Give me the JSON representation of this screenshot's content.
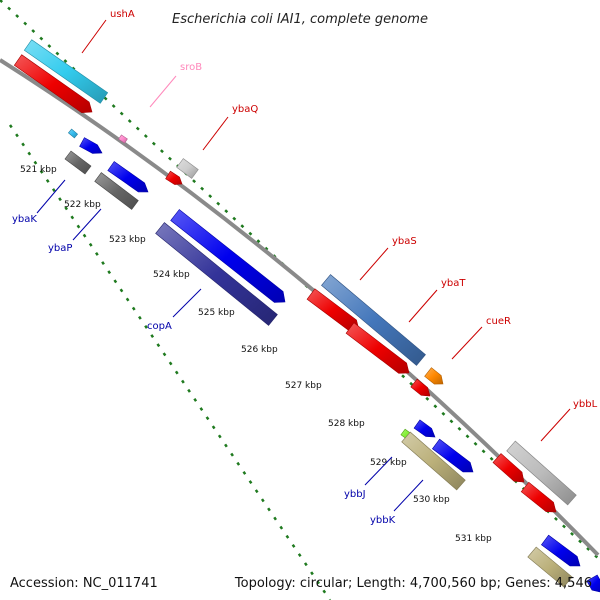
{
  "title": "Escherichia coli IAI1, complete genome",
  "footer": {
    "accession": "Accession: NC_011741",
    "topology": "Topology: circular; Length: 4,700,560 bp; Genes: 4,546"
  },
  "colors": {
    "backbone": "#8a8a8a",
    "tick_dots": "#1f7a1f",
    "forward_label": "#cc0000",
    "reverse_label": "#0000aa",
    "srna_label": "#ff88bb"
  },
  "ticks": [
    "521 kbp",
    "522 kbp",
    "523 kbp",
    "524 kbp",
    "525 kbp",
    "526 kbp",
    "527 kbp",
    "528 kbp",
    "529 kbp",
    "530 kbp",
    "531 kbp"
  ],
  "gene_labels": {
    "ushA": "ushA",
    "sroB": "sroB",
    "ybaQ": "ybaQ",
    "ybaK": "ybaK",
    "ybaP": "ybaP",
    "copA": "copA",
    "ybaS": "ybaS",
    "ybaT": "ybaT",
    "cueR": "cueR",
    "ybbL": "ybbL",
    "ybbJ": "ybbJ",
    "ybbK": "ybbK"
  }
}
